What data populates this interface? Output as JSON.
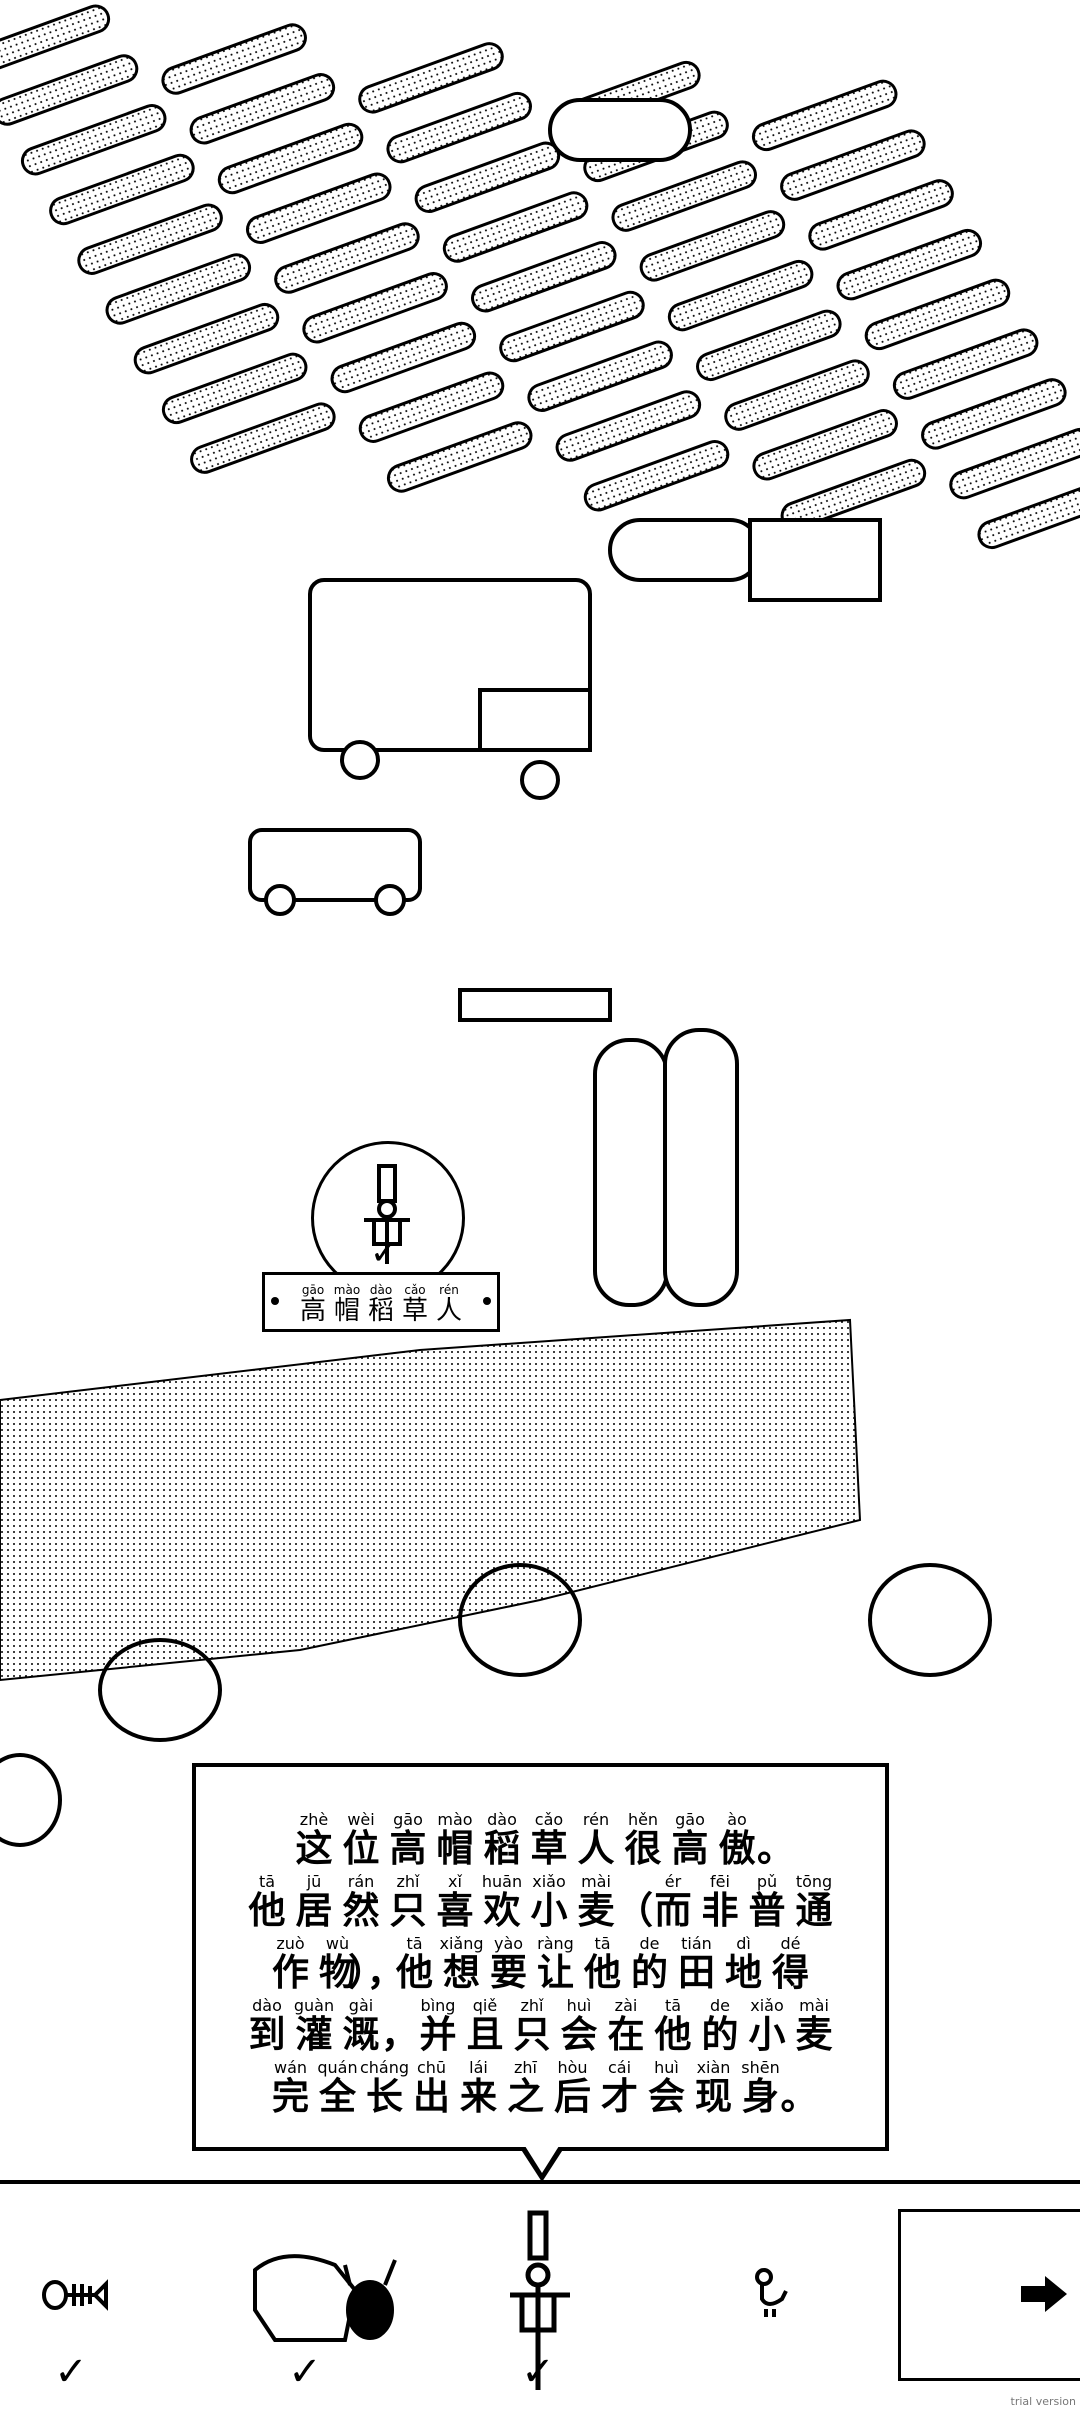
{
  "found_popup": {
    "name_tokens": [
      {
        "p": "gāo",
        "h": "高"
      },
      {
        "p": "mào",
        "h": "帽"
      },
      {
        "p": "dào",
        "h": "稻"
      },
      {
        "p": "cǎo",
        "h": "草"
      },
      {
        "p": "rén",
        "h": "人"
      }
    ],
    "check": "✓"
  },
  "dialog": {
    "lines": [
      [
        {
          "p": "zhè",
          "h": "这"
        },
        {
          "p": "wèi",
          "h": "位"
        },
        {
          "p": "gāo",
          "h": "高"
        },
        {
          "p": "mào",
          "h": "帽"
        },
        {
          "p": "dào",
          "h": "稻"
        },
        {
          "p": "cǎo",
          "h": "草"
        },
        {
          "p": "rén",
          "h": "人"
        },
        {
          "p": "hěn",
          "h": "很"
        },
        {
          "p": "gāo",
          "h": "高"
        },
        {
          "p": "ào",
          "h": "傲"
        },
        {
          "p": "",
          "h": "。"
        }
      ],
      [
        {
          "p": "tā",
          "h": "他"
        },
        {
          "p": "jū",
          "h": "居"
        },
        {
          "p": "rán",
          "h": "然"
        },
        {
          "p": "zhǐ",
          "h": "只"
        },
        {
          "p": "xǐ",
          "h": "喜"
        },
        {
          "p": "huān",
          "h": "欢"
        },
        {
          "p": "xiǎo",
          "h": "小"
        },
        {
          "p": "mài",
          "h": "麦"
        },
        {
          "p": "",
          "h": "（"
        },
        {
          "p": "ér",
          "h": "而"
        },
        {
          "p": "fēi",
          "h": "非"
        },
        {
          "p": "pǔ",
          "h": "普"
        },
        {
          "p": "tōng",
          "h": "通"
        }
      ],
      [
        {
          "p": "zuò",
          "h": "作"
        },
        {
          "p": "wù",
          "h": "物"
        },
        {
          "p": "",
          "h": "），"
        },
        {
          "p": "tā",
          "h": "他"
        },
        {
          "p": "xiǎng",
          "h": "想"
        },
        {
          "p": "yào",
          "h": "要"
        },
        {
          "p": "ràng",
          "h": "让"
        },
        {
          "p": "tā",
          "h": "他"
        },
        {
          "p": "de",
          "h": "的"
        },
        {
          "p": "tián",
          "h": "田"
        },
        {
          "p": "dì",
          "h": "地"
        },
        {
          "p": "dé",
          "h": "得"
        }
      ],
      [
        {
          "p": "dào",
          "h": "到"
        },
        {
          "p": "guàn",
          "h": "灌"
        },
        {
          "p": "gài",
          "h": "溉"
        },
        {
          "p": "",
          "h": "，"
        },
        {
          "p": "bìng",
          "h": "并"
        },
        {
          "p": "qiě",
          "h": "且"
        },
        {
          "p": "zhǐ",
          "h": "只"
        },
        {
          "p": "huì",
          "h": "会"
        },
        {
          "p": "zài",
          "h": "在"
        },
        {
          "p": "tā",
          "h": "他"
        },
        {
          "p": "de",
          "h": "的"
        },
        {
          "p": "xiǎo",
          "h": "小"
        },
        {
          "p": "mài",
          "h": "麦"
        }
      ],
      [
        {
          "p": "wán",
          "h": "完"
        },
        {
          "p": "quán",
          "h": "全"
        },
        {
          "p": "cháng",
          "h": "长"
        },
        {
          "p": "chū",
          "h": "出"
        },
        {
          "p": "lái",
          "h": "来"
        },
        {
          "p": "zhī",
          "h": "之"
        },
        {
          "p": "hòu",
          "h": "后"
        },
        {
          "p": "cái",
          "h": "才"
        },
        {
          "p": "huì",
          "h": "会"
        },
        {
          "p": "xiàn",
          "h": "现"
        },
        {
          "p": "shēn",
          "h": "身"
        },
        {
          "p": "",
          "h": "。"
        }
      ]
    ]
  },
  "targets": [
    {
      "icon": "fish-skeleton-icon",
      "found": true
    },
    {
      "icon": "cow-icon",
      "found": true
    },
    {
      "icon": "scarecrow-icon",
      "found": true
    },
    {
      "icon": "chick-icon",
      "found": false
    }
  ],
  "check_mark": "✓",
  "next_icon": "arrow-right-icon",
  "watermark": "trial version"
}
